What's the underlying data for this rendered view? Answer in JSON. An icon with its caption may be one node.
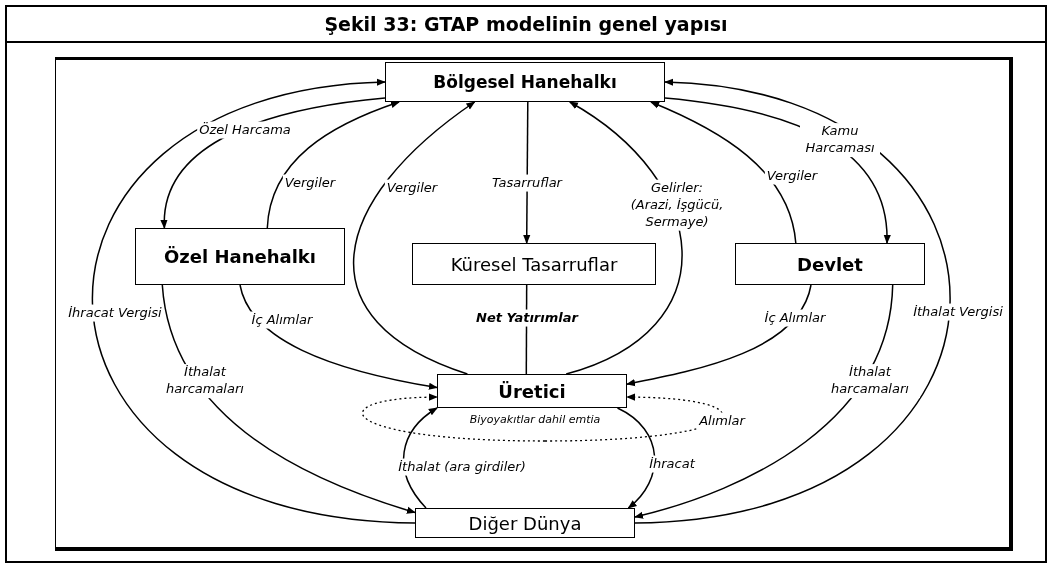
{
  "diagram": {
    "title": "Şekil 33: GTAP modelinin genel yapısı",
    "nodes": [
      {
        "text": [
          "Bölgesel Hanehalkı"
        ]
      },
      {
        "text": [
          "Özel Hanehalkı"
        ]
      },
      {
        "text": [
          "Küresel Tasarruflar"
        ]
      },
      {
        "text": [
          "Devlet"
        ]
      },
      {
        "text": [
          "Üretici"
        ],
        "beside": [
          "Biyoyakıtlar dahil emtia"
        ]
      },
      {
        "text": [
          "Diğer Dünya"
        ]
      }
    ],
    "edges": [
      {
        "from": 0,
        "to": 1,
        "arrow": "to",
        "label": "Özel Harcama"
      },
      {
        "from": 5,
        "to": 0,
        "arrow": "to",
        "label": "İhracat Vergisi"
      },
      {
        "from": 1,
        "to": 0,
        "arrow": "to",
        "label": "Vergiler"
      },
      {
        "from": 4,
        "to": 0,
        "arrow": "to",
        "label": "Vergiler"
      },
      {
        "from": 0,
        "to": 2,
        "arrow": "to",
        "label": "Tasarruflar"
      },
      {
        "from": 2,
        "to": 4,
        "arrow": "none",
        "label": "Net Yatırımlar"
      },
      {
        "from": 4,
        "to": 0,
        "arrow": "to",
        "label": "Gelirler: (Arazi, İşgücü, Sermaye)"
      },
      {
        "from": 3,
        "to": 0,
        "arrow": "to",
        "label": "Vergiler"
      },
      {
        "from": 0,
        "to": 3,
        "arrow": "to",
        "label": "Kamu Harcaması"
      },
      {
        "from": 5,
        "to": 0,
        "arrow": "to",
        "label": "İthalat Vergisi"
      },
      {
        "from": 1,
        "to": 4,
        "arrow": "to",
        "label": "İç Alımlar"
      },
      {
        "from": 1,
        "to": 5,
        "arrow": "to",
        "label": "İthalat harcamaları"
      },
      {
        "from": 3,
        "to": 4,
        "arrow": "to",
        "label": "İç Alımlar"
      },
      {
        "from": 3,
        "to": 5,
        "arrow": "to",
        "label": "İthalat harcamaları"
      },
      {
        "from": null,
        "to": 4,
        "arrow": "to",
        "style": "dashed"
      },
      {
        "from": null,
        "to": 4,
        "arrow": "to",
        "style": "dashed",
        "label": "Alımlar"
      },
      {
        "from": 5,
        "to": 4,
        "arrow": "to",
        "label": "İthalat (ara girdiler)"
      },
      {
        "from": 4,
        "to": 5,
        "arrow": "to",
        "label": "İhracat"
      }
    ]
  }
}
